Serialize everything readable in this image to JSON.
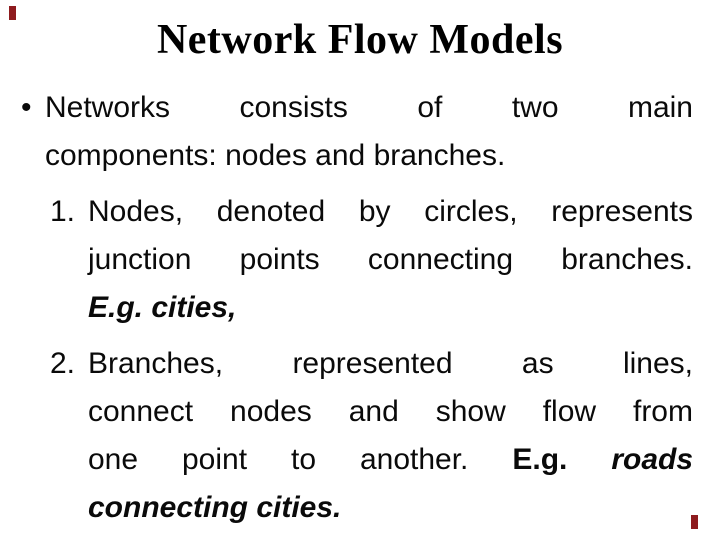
{
  "slide": {
    "title": "Network Flow Models",
    "accent_red": "#8e1b1e",
    "text_color": "#0a0a0a",
    "bullet": {
      "marker": "•",
      "line1": "Networks consists of two main",
      "line2": "components: nodes and branches."
    },
    "items": [
      {
        "number": "1.",
        "line1": "Nodes, denoted by circles, represents",
        "line2": "junction points connecting branches.",
        "line3_emphasis": "E.g. cities,"
      },
      {
        "number": "2.",
        "line1": "Branches, represented as lines,",
        "line2": "connect nodes and show flow from",
        "line3_text": "one point to another.",
        "line3_eg": "E.g.",
        "line3_italic": "roads",
        "line4_emphasis": "connecting cities."
      }
    ]
  }
}
